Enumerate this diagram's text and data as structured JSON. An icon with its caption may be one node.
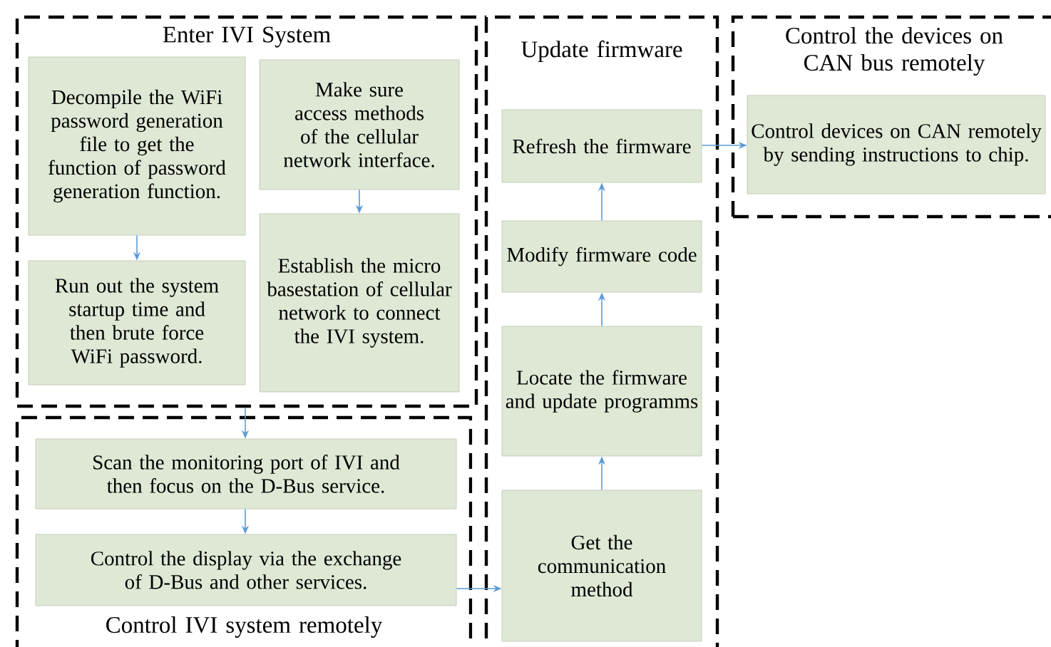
{
  "diagram": {
    "nodes": [
      {
        "text": [
          "Enter IVI System"
        ]
      },
      {
        "text": [
          "Decompile the WiFi password generation file to get the function of password generation function."
        ],
        "in": 0
      },
      {
        "text": [
          "Run out the system startup time and then brute force WiFi password."
        ],
        "in": 0
      },
      {
        "text": [
          "Make sure access methods of the cellular network interface."
        ],
        "in": 0
      },
      {
        "text": [
          "Establish the micro basestation of cellular network to connect the IVI system."
        ],
        "in": 0
      },
      {
        "text": [
          "Control IVI system remotely"
        ]
      },
      {
        "text": [
          "Scan the monitoring port of IVI and then focus on the D-Bus service."
        ],
        "in": 5
      },
      {
        "text": [
          "Control the display via the exchange of D-Bus and other services."
        ],
        "in": 5
      },
      {
        "text": [
          "Update firmware"
        ]
      },
      {
        "text": [
          "Refresh the firmware"
        ],
        "in": 8
      },
      {
        "text": [
          "Modify firmware code"
        ],
        "in": 8
      },
      {
        "text": [
          "Locate the firmware and update programms"
        ],
        "in": 8
      },
      {
        "text": [
          "Get the communication method"
        ],
        "in": 8
      },
      {
        "text": [
          "Control the devices on CAN bus remotely"
        ]
      },
      {
        "text": [
          "Control devices on CAN remotely by sending instructions to chip."
        ],
        "in": 13
      }
    ],
    "edges": [
      {
        "from": 1,
        "to": 2,
        "arrow": "to"
      },
      {
        "from": 3,
        "to": 4,
        "arrow": "to"
      },
      {
        "from": 0,
        "to": 6,
        "arrow": "to"
      },
      {
        "from": 6,
        "to": 7,
        "arrow": "to"
      },
      {
        "from": 7,
        "to": 12,
        "arrow": "to"
      },
      {
        "from": 12,
        "to": 11,
        "arrow": "to"
      },
      {
        "from": 11,
        "to": 10,
        "arrow": "to"
      },
      {
        "from": 10,
        "to": 9,
        "arrow": "to"
      },
      {
        "from": 9,
        "to": 14,
        "arrow": "to"
      }
    ]
  }
}
